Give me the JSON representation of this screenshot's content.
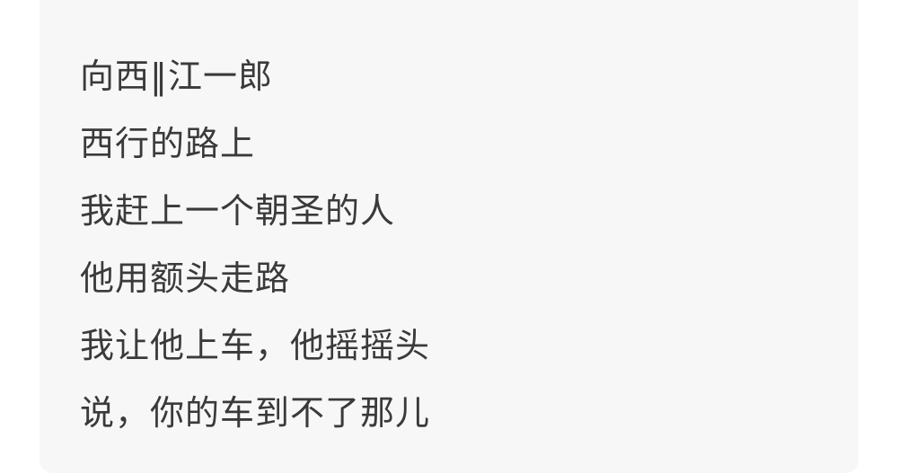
{
  "poem": {
    "lines": [
      "向西‖江一郎",
      "西行的路上",
      "我赶上一个朝圣的人",
      "他用额头走路",
      "我让他上车，他摇摇头",
      "说，你的车到不了那儿"
    ]
  }
}
